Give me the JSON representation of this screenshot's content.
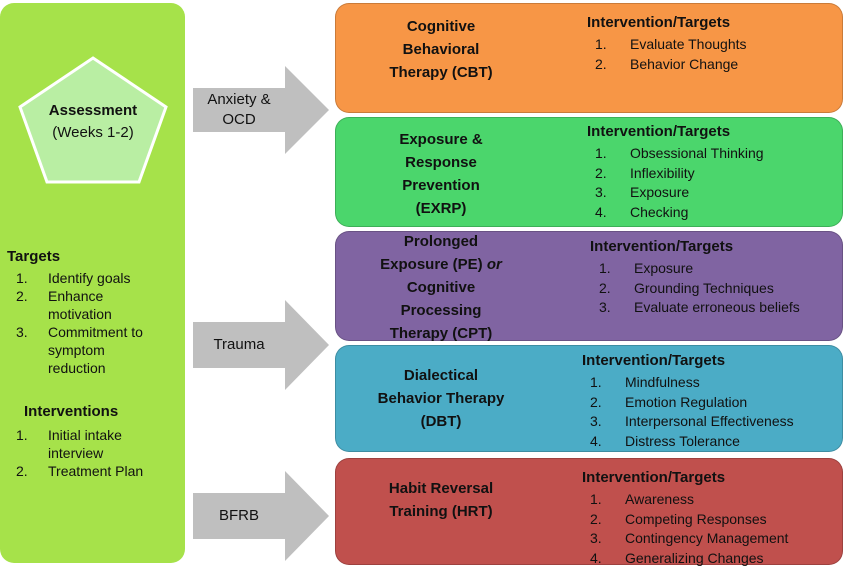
{
  "assessment": {
    "title": "Assessment",
    "subtitle": "(Weeks 1-2)"
  },
  "targets": {
    "title": "Targets",
    "items": [
      {
        "num": "1.",
        "lines": [
          "Identify goals"
        ]
      },
      {
        "num": "2.",
        "lines": [
          "Enhance",
          "motivation"
        ]
      },
      {
        "num": "3.",
        "lines": [
          "Commitment to",
          "symptom",
          "reduction"
        ]
      }
    ]
  },
  "interventions": {
    "title": "Interventions",
    "items": [
      {
        "num": "1.",
        "lines": [
          "Initial intake",
          "interview"
        ]
      },
      {
        "num": "2.",
        "lines": [
          "Treatment Plan"
        ]
      }
    ]
  },
  "arrows": [
    {
      "lines": [
        "Anxiety &",
        "OCD"
      ]
    },
    {
      "lines": [
        "Trauma"
      ]
    },
    {
      "lines": [
        "BFRB"
      ]
    }
  ],
  "boxes": [
    {
      "color": "#f79646",
      "title_lines": [
        [
          "Cognitive"
        ],
        [
          "Behavioral"
        ],
        [
          "Therapy (CBT)"
        ]
      ],
      "heading": "Intervention/Targets",
      "items": [
        "Evaluate Thoughts",
        "Behavior Change"
      ]
    },
    {
      "color": "#4bd66c",
      "title_lines": [
        [
          "Exposure &"
        ],
        [
          "Response"
        ],
        [
          "Prevention"
        ],
        [
          "(EXRP)"
        ]
      ],
      "heading": "Intervention/Targets",
      "items": [
        "Obsessional Thinking",
        "Inflexibility",
        "Exposure",
        "Checking"
      ]
    },
    {
      "color": "#8064a2",
      "title_lines": [
        [
          "Prolonged"
        ],
        [
          "Exposure (PE) ",
          "or"
        ],
        [
          "Cognitive"
        ],
        [
          "Processing"
        ],
        [
          "Therapy (CPT)"
        ]
      ],
      "heading": "Intervention/Targets",
      "items": [
        "Exposure",
        "Grounding Techniques",
        "Evaluate erroneous beliefs"
      ]
    },
    {
      "color": "#4bacc6",
      "title_lines": [
        [
          "Dialectical"
        ],
        [
          "Behavior Therapy"
        ],
        [
          "(DBT)"
        ]
      ],
      "heading": "Intervention/Targets",
      "items": [
        "Mindfulness",
        "Emotion Regulation",
        "Interpersonal Effectiveness",
        "Distress Tolerance"
      ]
    },
    {
      "color": "#c0504d",
      "title_lines": [
        [
          "Habit Reversal"
        ],
        [
          "Training (HRT)"
        ]
      ],
      "heading": "Intervention/Targets",
      "items": [
        "Awareness",
        "Competing Responses",
        "Contingency Management",
        "Generalizing Changes"
      ]
    }
  ],
  "colors": {
    "panel": "#a6e24a",
    "pentagon": "#b9eea3",
    "arrow": "#bfbfbf"
  }
}
